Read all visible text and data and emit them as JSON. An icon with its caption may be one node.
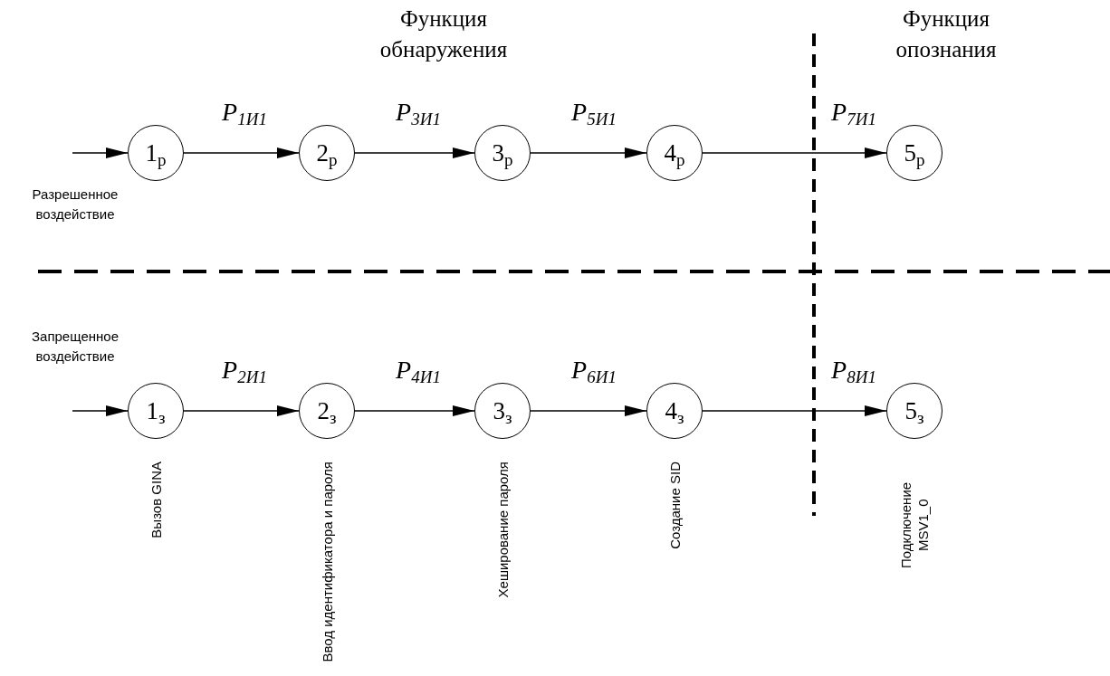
{
  "diagram": {
    "nodes": [
      {
        "text": [
          "1$_{р}$"
        ]
      },
      {
        "text": [
          "2$_{р}$"
        ]
      },
      {
        "text": [
          "3$_{р}$"
        ]
      },
      {
        "text": [
          "4$_{р}$"
        ]
      },
      {
        "text": [
          "5$_{р}$"
        ]
      },
      {
        "text": [
          "1$_{з}$"
        ],
        "beside": [
          "Вызов GINA"
        ]
      },
      {
        "text": [
          "2$_{з}$"
        ],
        "beside": [
          "Ввод идентификатора и пароля"
        ]
      },
      {
        "text": [
          "3$_{з}$"
        ],
        "beside": [
          "Хеширование пароля"
        ]
      },
      {
        "text": [
          "4$_{з}$"
        ],
        "beside": [
          "Создание SID"
        ]
      },
      {
        "text": [
          "5$_{з}$"
        ],
        "beside": [
          "Подключение MSV1_0"
        ]
      }
    ],
    "edges": [
      {
        "from": null,
        "to": 0,
        "arrow": "to"
      },
      {
        "from": 0,
        "to": 1,
        "arrow": "to",
        "label": "*P*$_{1И1}$"
      },
      {
        "from": 1,
        "to": 2,
        "arrow": "to",
        "label": "*P*$_{3И1}$"
      },
      {
        "from": 2,
        "to": 3,
        "arrow": "to",
        "label": "*P*$_{5И1}$"
      },
      {
        "from": 3,
        "to": 4,
        "arrow": "to",
        "label": "*P*$_{7И1}$"
      },
      {
        "from": null,
        "to": 5,
        "arrow": "to"
      },
      {
        "from": 5,
        "to": 6,
        "arrow": "to",
        "label": "*P*$_{2И1}$"
      },
      {
        "from": 6,
        "to": 7,
        "arrow": "to",
        "label": "*P*$_{4И1}$"
      },
      {
        "from": 7,
        "to": 8,
        "arrow": "to",
        "label": "*P*$_{6И1}$"
      },
      {
        "from": 8,
        "to": 9,
        "arrow": "to",
        "label": "*P*$_{8И1}$"
      }
    ],
    "labels": [
      "Функция обнаружения",
      "Функция опознания",
      "Разрешенное воздействие",
      "Запрещенное воздействие"
    ]
  }
}
